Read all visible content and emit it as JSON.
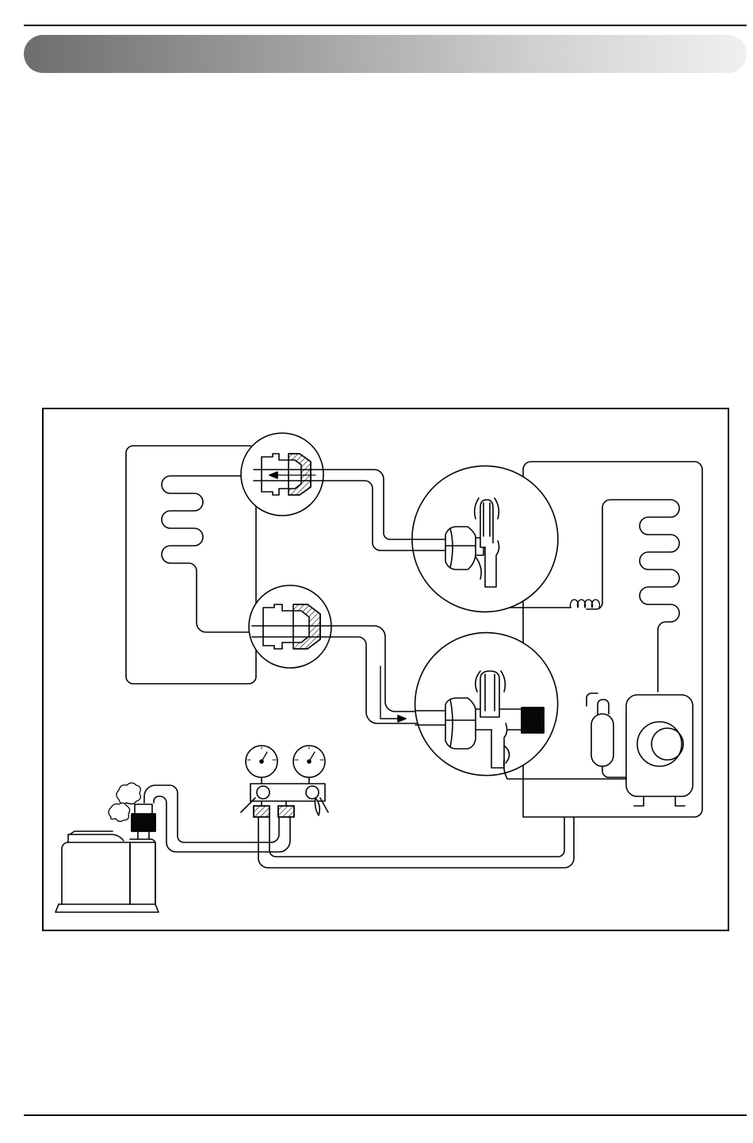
{
  "page": {
    "header_bar": {
      "title": ""
    },
    "figure": {
      "components": [
        {
          "id": "indoor-unit",
          "icon": "indoor-coil"
        },
        {
          "id": "flare-nut-liquid",
          "icon": "flare-nut-cutaway"
        },
        {
          "id": "flare-nut-gas",
          "icon": "flare-nut-cutaway"
        },
        {
          "id": "service-valve-liquid",
          "icon": "two-way-valve"
        },
        {
          "id": "service-valve-gas",
          "icon": "three-way-valve"
        },
        {
          "id": "outdoor-unit",
          "icon": "outdoor-coil"
        },
        {
          "id": "compressor",
          "icon": "compressor"
        },
        {
          "id": "accumulator",
          "icon": "accumulator"
        },
        {
          "id": "manifold-gauge",
          "icon": "gauge-manifold"
        },
        {
          "id": "vacuum-pump",
          "icon": "vacuum-pump"
        }
      ]
    }
  }
}
